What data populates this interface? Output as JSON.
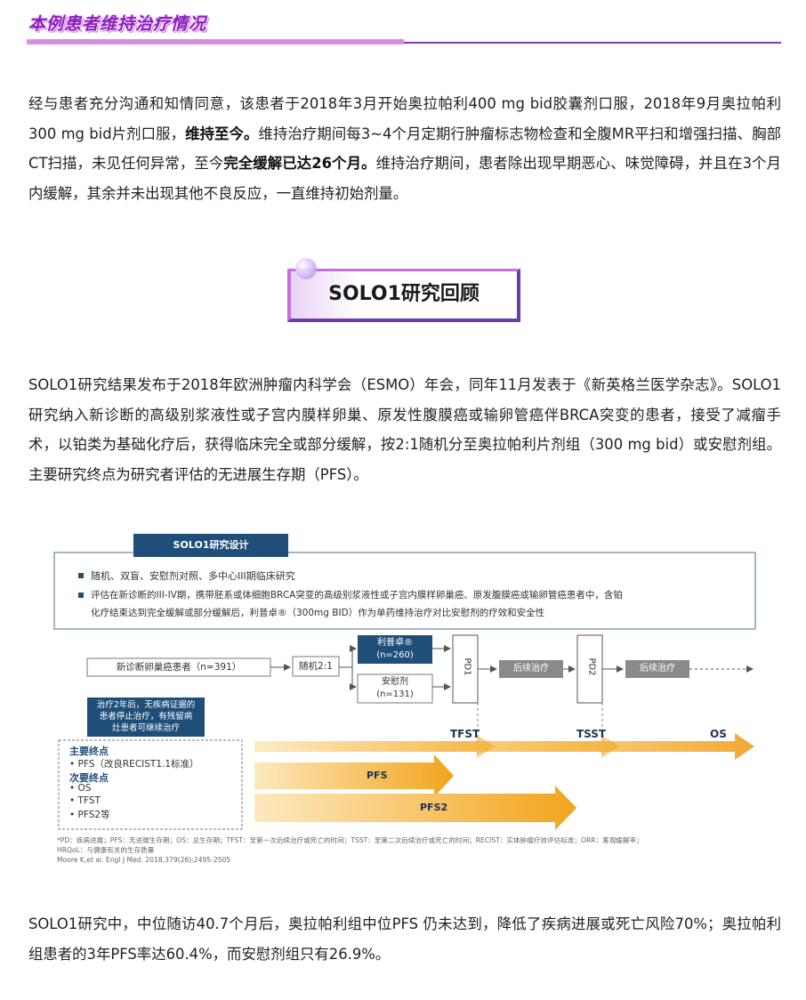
{
  "header": {
    "title": "本例患者维持治疗情况"
  },
  "para1": {
    "p1": "经与患者充分沟通和知情同意，该患者于2018年3月开始奥拉帕利400 mg  bid胶囊剂口服，2018年9月奥拉帕利300 mg bid片剂口服，",
    "b1": "维持至今。",
    "p2": "维持治疗期间每3~4个月定期行肿瘤标志物检查和全腹MR平扫和增强扫描、胸部CT扫描，未见任何异常，至今",
    "b2": "完全缓解已达26个月。",
    "p3": "维持治疗期间，患者除出现早期恶心、味觉障碍，并且在3个月内缓解，其余并未出现其他不良反应，一直维持初始剂量。"
  },
  "section": {
    "title": "SOLO1研究回顾"
  },
  "para2": {
    "text": "SOLO1研究结果发布于2018年欧洲肿瘤内科学会（ESMO）年会，同年11月发表于《新英格兰医学杂志》。SOLO1研究纳入新诊断的高级别浆液性或子宫内膜样卵巢、原发性腹膜癌或输卵管癌伴BRCA突变的患者，接受了减瘤手术，以铂类为基础化疗后，获得临床完全或部分缓解，按2:1随机分至奥拉帕利片剂组（300 mg bid）或安慰剂组。主要研究终点为研究者评估的无进展生存期（PFS）。"
  },
  "diagram": {
    "design_label": "SOLO1研究设计",
    "bullet1": "随机、双盲、安慰剂对照、多中心III期临床研究",
    "bullet2_line1": "评估在新诊断的III-IV期，携带胚系或体细胞BRCA突变的高级别浆液性或子宫内膜样卵巢癌、原发腹膜癌或输卵管癌患者中，含铂",
    "bullet2_line2": "化疗结束达到完全缓解或部分缓解后，利普卓®（300mg BID）作为单药维持治疗对比安慰剂的疗效和安全性",
    "patients": "新诊断卵巢癌患者（n=391）",
    "randomize": "随机2:1",
    "arm1_line1": "利普卓®",
    "arm1_line2": "(n=260)",
    "arm2_line1": "安慰剂",
    "arm2_line2": "(n=131)",
    "pd1": "PD1",
    "pd2": "PD2",
    "subsequent1": "后续治疗",
    "subsequent2": "后续治疗",
    "note_line1": "治疗2年后，无疾病证据的",
    "note_line2": "患者停止治疗，有残留病",
    "note_line3": "灶患者可继续治疗",
    "primary_title": "主要终点",
    "primary_item": "• PFS（改良RECIST1.1标准）",
    "secondary_title": "次要终点",
    "secondary_items": [
      "• OS",
      "• TFST",
      "• PFS2等"
    ],
    "arrow_tfst": "TFST",
    "arrow_tsst": "TSST",
    "arrow_os": "OS",
    "arrow_pfs": "PFS",
    "arrow_pfs2": "PFS2",
    "footnote_line1": "*PD：疾病进展；PFS：无进展生存期；OS：总生存期；TFST：至第一次后续治疗或死亡的时间；TSST：至第二次后续治疗或死亡的时间；RECIST：实体肿瘤疗效评估标准；ORR：客观缓解率；",
    "footnote_line2": "HRQoL：与健康有关的生存质量",
    "reference": "Moore K,et al. Engl J Med. 2018,379(26):2495-2505"
  },
  "para3": {
    "text": "SOLO1研究中，中位随访40.7个月后，奥拉帕利组中位PFS 仍未达到，降低了疾病进展或死亡风险70%；奥拉帕利组患者的3年PFS率达60.4%，而安慰剂组只有26.9%。"
  },
  "colors": {
    "accent_purple": "#8b1fb8",
    "navy": "#1f4e79",
    "arrow_orange": "#f0a020"
  }
}
